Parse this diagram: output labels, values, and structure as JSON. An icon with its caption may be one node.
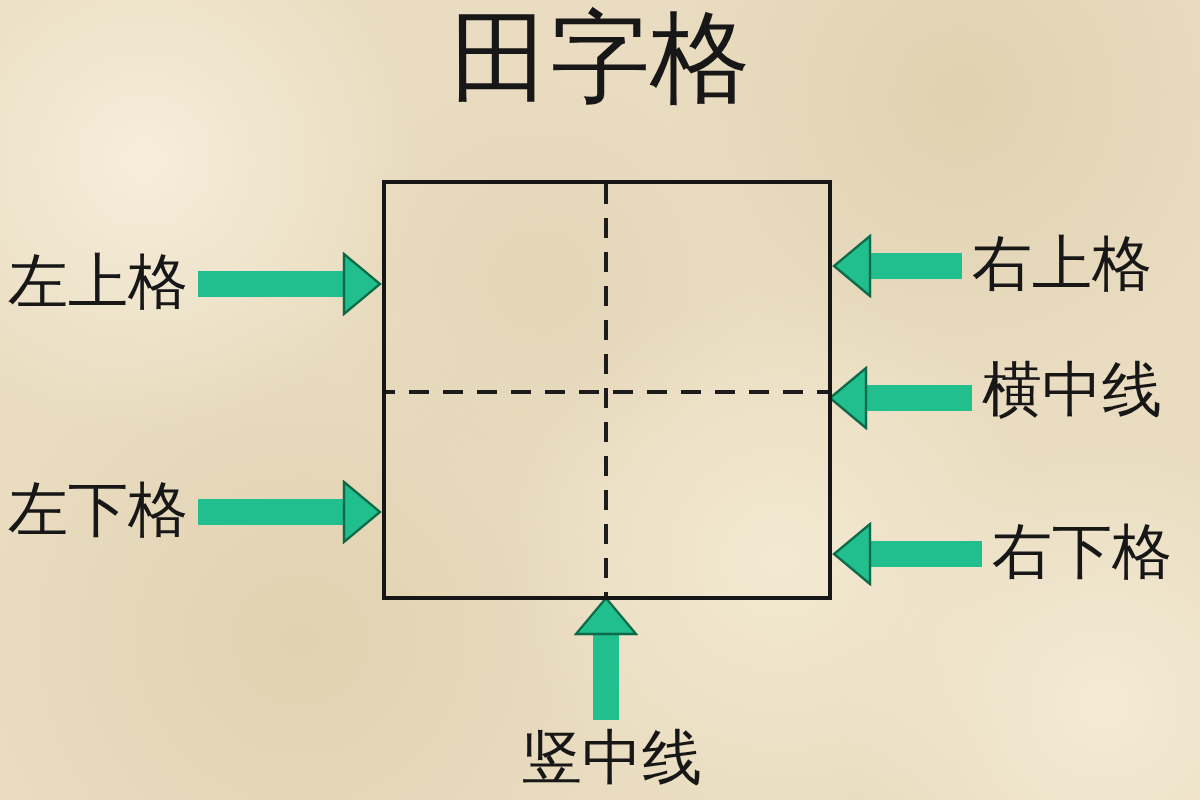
{
  "diagram": {
    "title": "田字格",
    "nodes": [
      {
        "text": [],
        "shape": "box"
      },
      {
        "text": [],
        "shape": "line",
        "in": 0
      },
      {
        "text": [],
        "shape": "line",
        "in": 0
      },
      {
        "text": [
          "左上格"
        ]
      },
      {
        "text": [
          "右上格"
        ]
      },
      {
        "text": [
          "横中线"
        ]
      },
      {
        "text": [
          "左下格"
        ]
      },
      {
        "text": [
          "右下格"
        ]
      },
      {
        "text": [
          "竖中线"
        ]
      }
    ],
    "edges": [
      {
        "from": 3,
        "to": 0,
        "arrow": "to"
      },
      {
        "from": 4,
        "to": 0,
        "arrow": "to"
      },
      {
        "from": 5,
        "to": 1,
        "arrow": "to"
      },
      {
        "from": 6,
        "to": 0,
        "arrow": "to"
      },
      {
        "from": 7,
        "to": 0,
        "arrow": "to"
      },
      {
        "from": 8,
        "to": 2,
        "arrow": "to"
      }
    ]
  }
}
